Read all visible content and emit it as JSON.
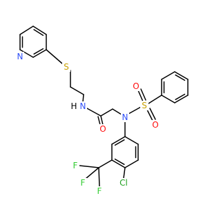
{
  "colors": {
    "bond": "#000000",
    "N": "#3050F8",
    "O": "#FF0D0D",
    "S": "#C8A000",
    "F": "#33CC33",
    "Cl": "#1FA01F",
    "H": "#000000"
  },
  "atoms": {
    "n_pyridine": "N",
    "s_thioether": "S",
    "n_amide": "N",
    "h_amide": "H",
    "o_amide": "O",
    "n_sulfonamide": "N",
    "s_sulfonyl": "S",
    "o_sulfonyl_1": "O",
    "o_sulfonyl_2": "O",
    "f_1": "F",
    "f_2": "F",
    "f_3": "F",
    "cl": "Cl"
  }
}
